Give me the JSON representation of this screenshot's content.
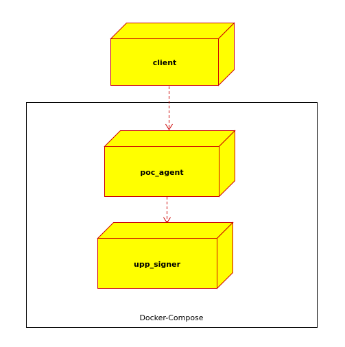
{
  "diagram": {
    "container": {
      "label": "Docker-Compose"
    },
    "nodes": [
      {
        "id": "client",
        "label": "client"
      },
      {
        "id": "poc_agent",
        "label": "poc_agent"
      },
      {
        "id": "upp_signer",
        "label": "upp_signer"
      }
    ],
    "edges": [
      {
        "from": "client",
        "to": "poc_agent",
        "style": "dashed"
      },
      {
        "from": "poc_agent",
        "to": "upp_signer",
        "style": "dashed"
      }
    ],
    "colors": {
      "node_fill": "#ffff00",
      "node_stroke": "#cc0000",
      "edge": "#cc0000",
      "container_stroke": "#000000"
    }
  }
}
